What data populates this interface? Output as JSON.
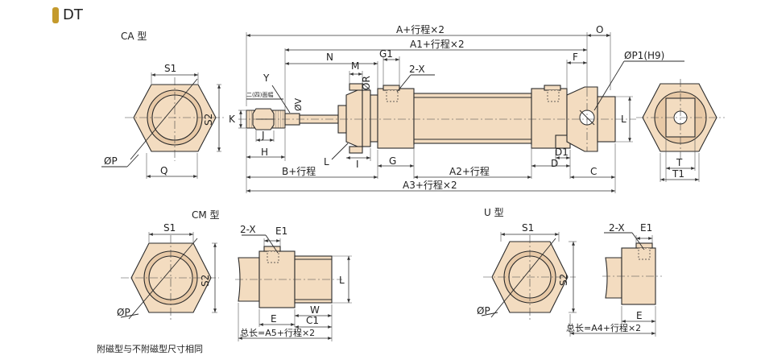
{
  "header": {
    "badge_color": "#c49a2c",
    "title": "DT"
  },
  "views": {
    "ca": {
      "title": "CA 型"
    },
    "cm": {
      "title": "CM 型"
    },
    "u": {
      "title": "U 型"
    }
  },
  "labels": {
    "s1": "S1",
    "s2": "S2",
    "k": "K",
    "phi_p": "ØP",
    "q": "Q",
    "y": "Y",
    "face_note": "二(四)面幅",
    "phi_v": "ØV",
    "j": "J",
    "h": "H",
    "n": "N",
    "m": "M",
    "phi_r": "ØR",
    "g1": "G1",
    "two_x": "2-X",
    "l": "L",
    "i": "I",
    "g": "G",
    "b_stroke": "B+行程",
    "a_stroke2": "A+行程×2",
    "a1_stroke2": "A1+行程×2",
    "a2_stroke": "A2+行程",
    "a3_stroke2": "A3+行程×2",
    "o": "O",
    "f": "F",
    "phi_p1": "ØP1(H9)",
    "d1": "D1",
    "d": "D",
    "c": "C",
    "t": "T",
    "t1": "T1",
    "e1": "E1",
    "e": "E",
    "c1": "C1",
    "w": "W",
    "total_a5": "总长=A5+行程×2",
    "total_a4": "总长=A4+行程×2"
  },
  "footnote": "附磁型与不附磁型尺寸相同",
  "colors": {
    "body_fill": "#f3dcc0",
    "body_shade": "#e8c9a6",
    "line": "#2a2a2a"
  }
}
